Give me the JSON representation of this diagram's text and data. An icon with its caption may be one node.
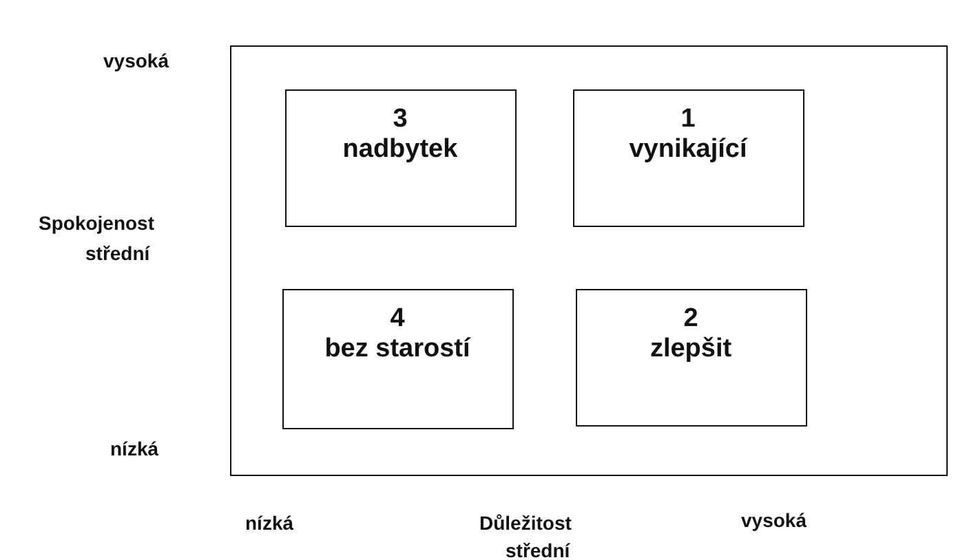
{
  "diagram": {
    "nodes": [
      {
        "text": [],
        "shape": "box"
      },
      {
        "text": [
          "3",
          "nadbytek"
        ],
        "in": 0
      },
      {
        "text": [
          "1",
          "vynikající"
        ],
        "in": 0
      },
      {
        "text": [
          "4",
          "bez starostí"
        ],
        "in": 0
      },
      {
        "text": [
          "2",
          "zlepšit"
        ],
        "in": 0
      }
    ],
    "labels": [
      "vysoká",
      "Spokojenost",
      "střední",
      "nízká",
      "nízká",
      "Důležitost",
      "vysoká",
      "střední"
    ]
  }
}
